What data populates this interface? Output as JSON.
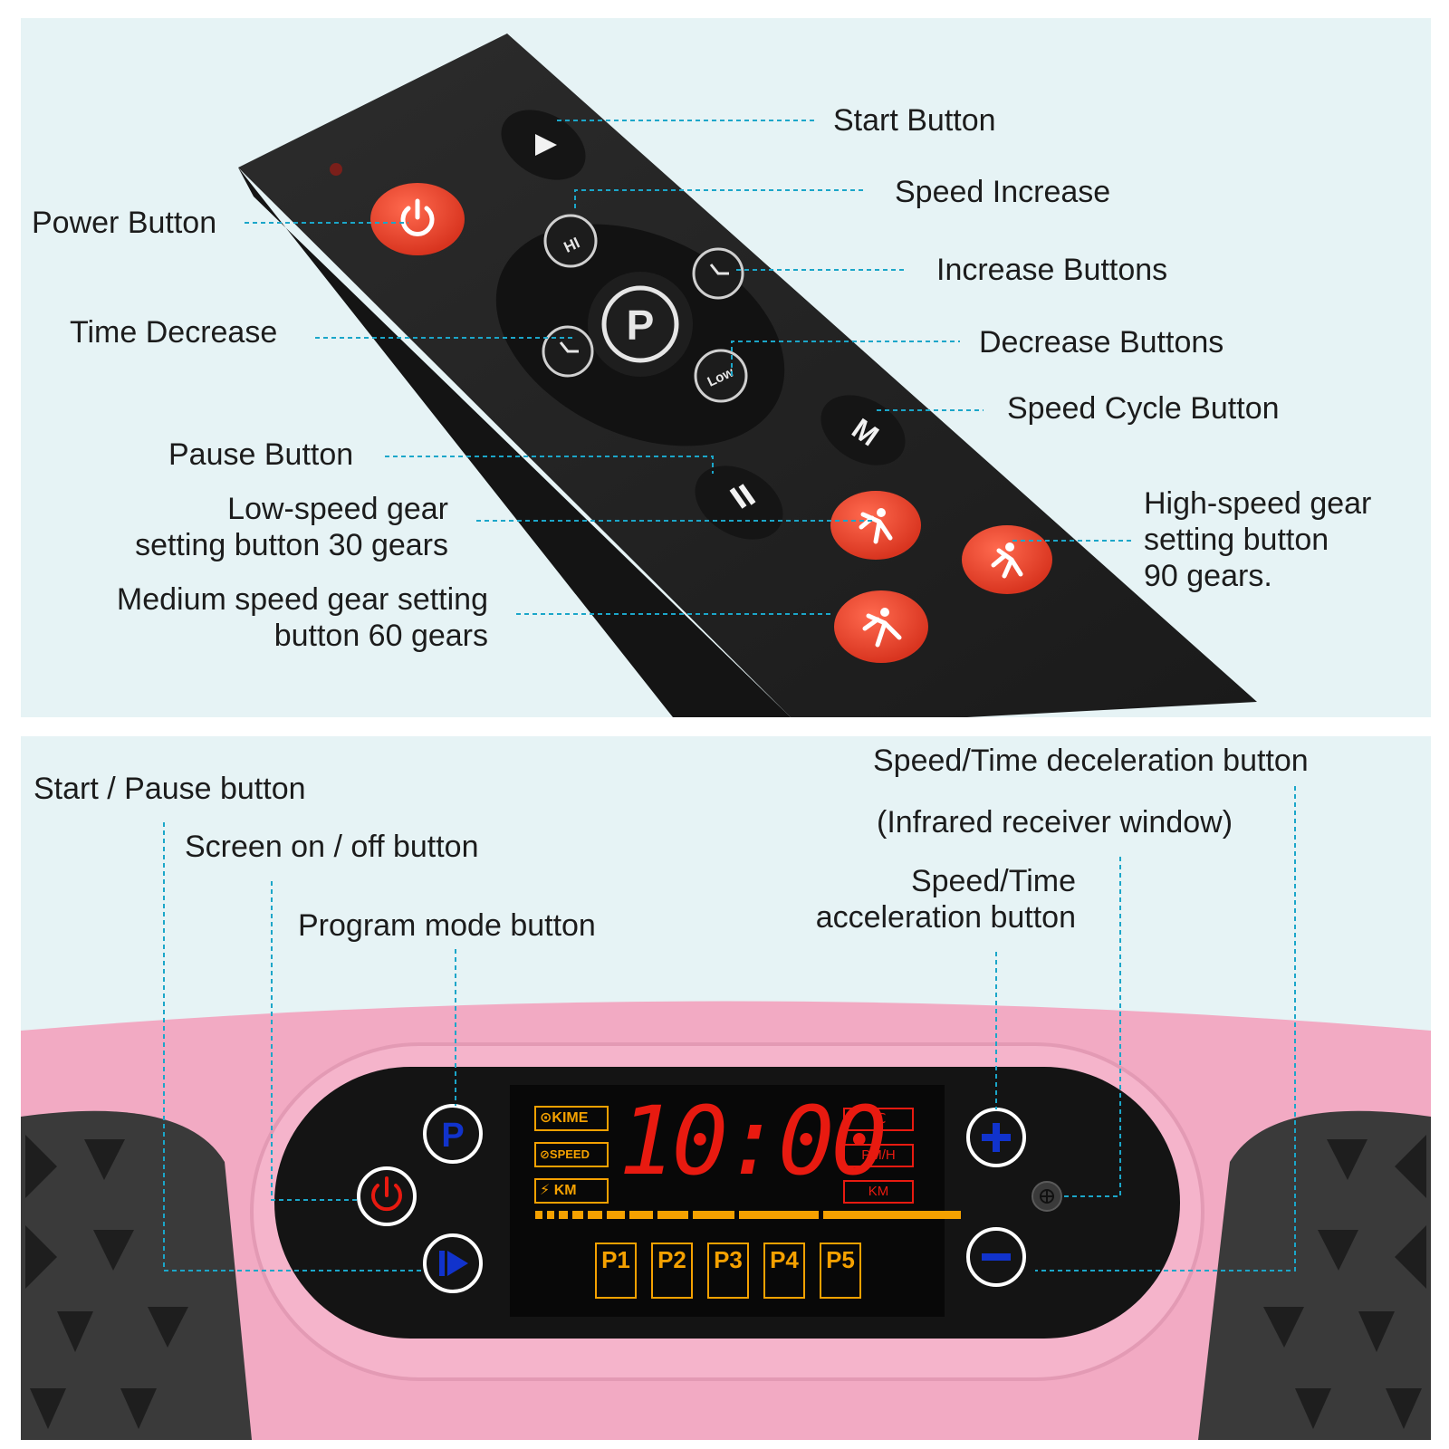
{
  "remote_section": {
    "labels": {
      "start_button": "Start Button",
      "speed_increase": "Speed Increase",
      "power_button": "Power Button",
      "increase_buttons": "Increase Buttons",
      "time_decrease": "Time Decrease",
      "decrease_buttons": "Decrease Buttons",
      "speed_cycle_button": "Speed Cycle Button",
      "pause_button": "Pause Button",
      "low_speed_line1": "Low-speed gear",
      "low_speed_line2": "setting button 30 gears",
      "high_speed_line1": "High-speed gear",
      "high_speed_line2": "setting button",
      "high_speed_line3": "90 gears.",
      "medium_speed_line1": "Medium speed gear setting",
      "medium_speed_line2": "button 60 gears"
    },
    "button_glyphs": {
      "hi": "HI",
      "low": "Low",
      "p": "P",
      "m": "M"
    }
  },
  "console_section": {
    "labels": {
      "start_pause": "Start / Pause button",
      "screen_on_off": "Screen on / off button",
      "program_mode": "Program mode button",
      "speed_time_decel": "Speed/Time deceleration button",
      "infrared_window": "(Infrared receiver window)",
      "speed_time_accel_line1": "Speed/Time",
      "speed_time_accel_line2": "acceleration button"
    },
    "display": {
      "time": "10:00",
      "left_indicators": [
        "KIME",
        "SPEED",
        "KM"
      ],
      "right_indicators": [
        "℃",
        "PM/H",
        "KM"
      ],
      "programs": [
        "P1",
        "P2",
        "P3",
        "P4",
        "P5"
      ]
    },
    "button_glyphs": {
      "program": "P"
    }
  },
  "colors": {
    "background": "#e6f3f5",
    "leader_line": "#1ba6c9",
    "remote_body": "#232323",
    "red_button": "#e8412c",
    "pink_shell": "#f2aac3",
    "lcd_red": "#e81a10",
    "lcd_orange": "#f5a100",
    "blue_icon": "#1133cc"
  }
}
